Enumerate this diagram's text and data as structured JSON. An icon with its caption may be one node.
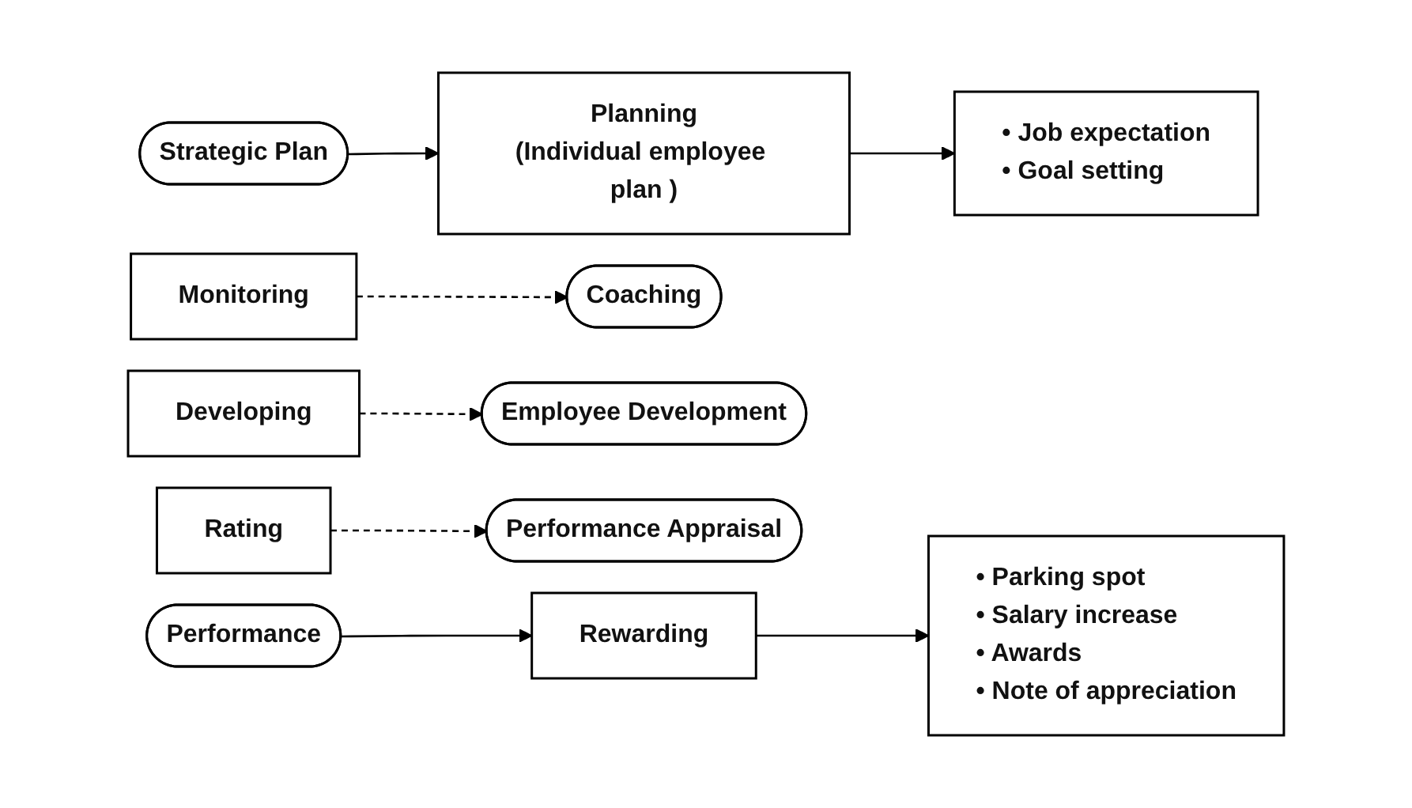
{
  "diagram": {
    "nodes": [
      {
        "text": [
          "Strategic Plan"
        ]
      },
      {
        "text": [
          "Planning",
          "(Individual employee plan )"
        ]
      },
      {
        "text": [
          "• Job expectation",
          "• Goal setting"
        ]
      },
      {
        "text": [
          "Monitoring"
        ]
      },
      {
        "text": [
          "Coaching"
        ]
      },
      {
        "text": [
          "Developing"
        ]
      },
      {
        "text": [
          "Employee Development"
        ]
      },
      {
        "text": [
          "Rating"
        ]
      },
      {
        "text": [
          "Performance Appraisal"
        ]
      },
      {
        "text": [
          "Performance"
        ]
      },
      {
        "text": [
          "Rewarding"
        ]
      },
      {
        "text": [
          "• Parking spot",
          "• Salary increase",
          "• Awards",
          "• Note of appreciation"
        ]
      }
    ],
    "edges": [
      {
        "from": 0,
        "to": 1,
        "arrow": "to"
      },
      {
        "from": 1,
        "to": 2,
        "arrow": "to"
      },
      {
        "from": 3,
        "to": 4,
        "arrow": "to",
        "style": "dashed"
      },
      {
        "from": 5,
        "to": 6,
        "arrow": "to",
        "style": "dashed"
      },
      {
        "from": 7,
        "to": 8,
        "arrow": "to",
        "style": "dashed"
      },
      {
        "from": 9,
        "to": 10,
        "arrow": "to"
      },
      {
        "from": 10,
        "to": 11,
        "arrow": "to"
      }
    ]
  }
}
